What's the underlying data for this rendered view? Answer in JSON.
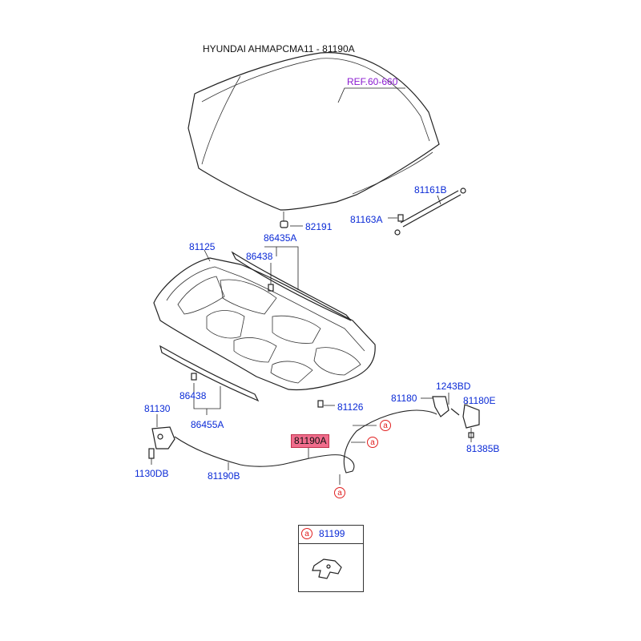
{
  "title": "HYUNDAI AHMAPCMA11 - 81190A",
  "reference": "REF.60-660",
  "highlighted_part": "81190A",
  "parts": {
    "hood_stay": "81161B",
    "stay_grommet": "81163A",
    "bumper": "82191",
    "insulator_pad": "81125",
    "seal_front": "86435A",
    "clip_upper": "86438",
    "clip_lower": "86438",
    "seal_rear": "86455A",
    "hood_latch": "81130",
    "latch_bolt": "1130DB",
    "cable_lower": "81190B",
    "clip_126": "81126",
    "release_handle": "81180",
    "bolt_1243": "1243BD",
    "bracket_180e": "81180E",
    "nut_385": "81385B"
  },
  "callout_symbol": "a",
  "inset": {
    "symbol": "a",
    "part": "81199"
  },
  "colors": {
    "label": "#0a2ad6",
    "highlight": "#f06c8c",
    "reference": "#8a1ad0",
    "callout": "#e02020"
  }
}
